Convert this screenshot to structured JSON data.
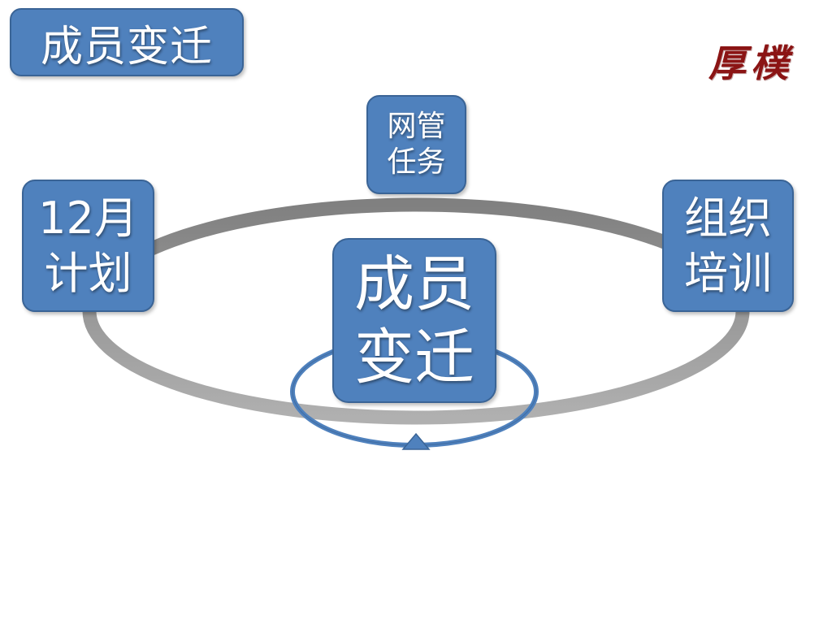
{
  "slide": {
    "title": "成员变迁",
    "logo_text": "厚樸"
  },
  "cycle": {
    "center": {
      "line1": "成员",
      "line2": "变迁"
    },
    "top": {
      "line1": "网管",
      "line2": "任务"
    },
    "left": {
      "line1": "12月",
      "line2": "计划"
    },
    "right": {
      "line1": "组织",
      "line2": "培训"
    }
  },
  "colors": {
    "box_fill": "#4f81bd",
    "box_border": "#3a6496",
    "ring": "#8c8c8c",
    "ring_light": "#a6a6a6",
    "inner_loop": "#4f81bd",
    "logo": "#8b1414"
  },
  "icons": [
    "cycle-arrow-icon"
  ]
}
